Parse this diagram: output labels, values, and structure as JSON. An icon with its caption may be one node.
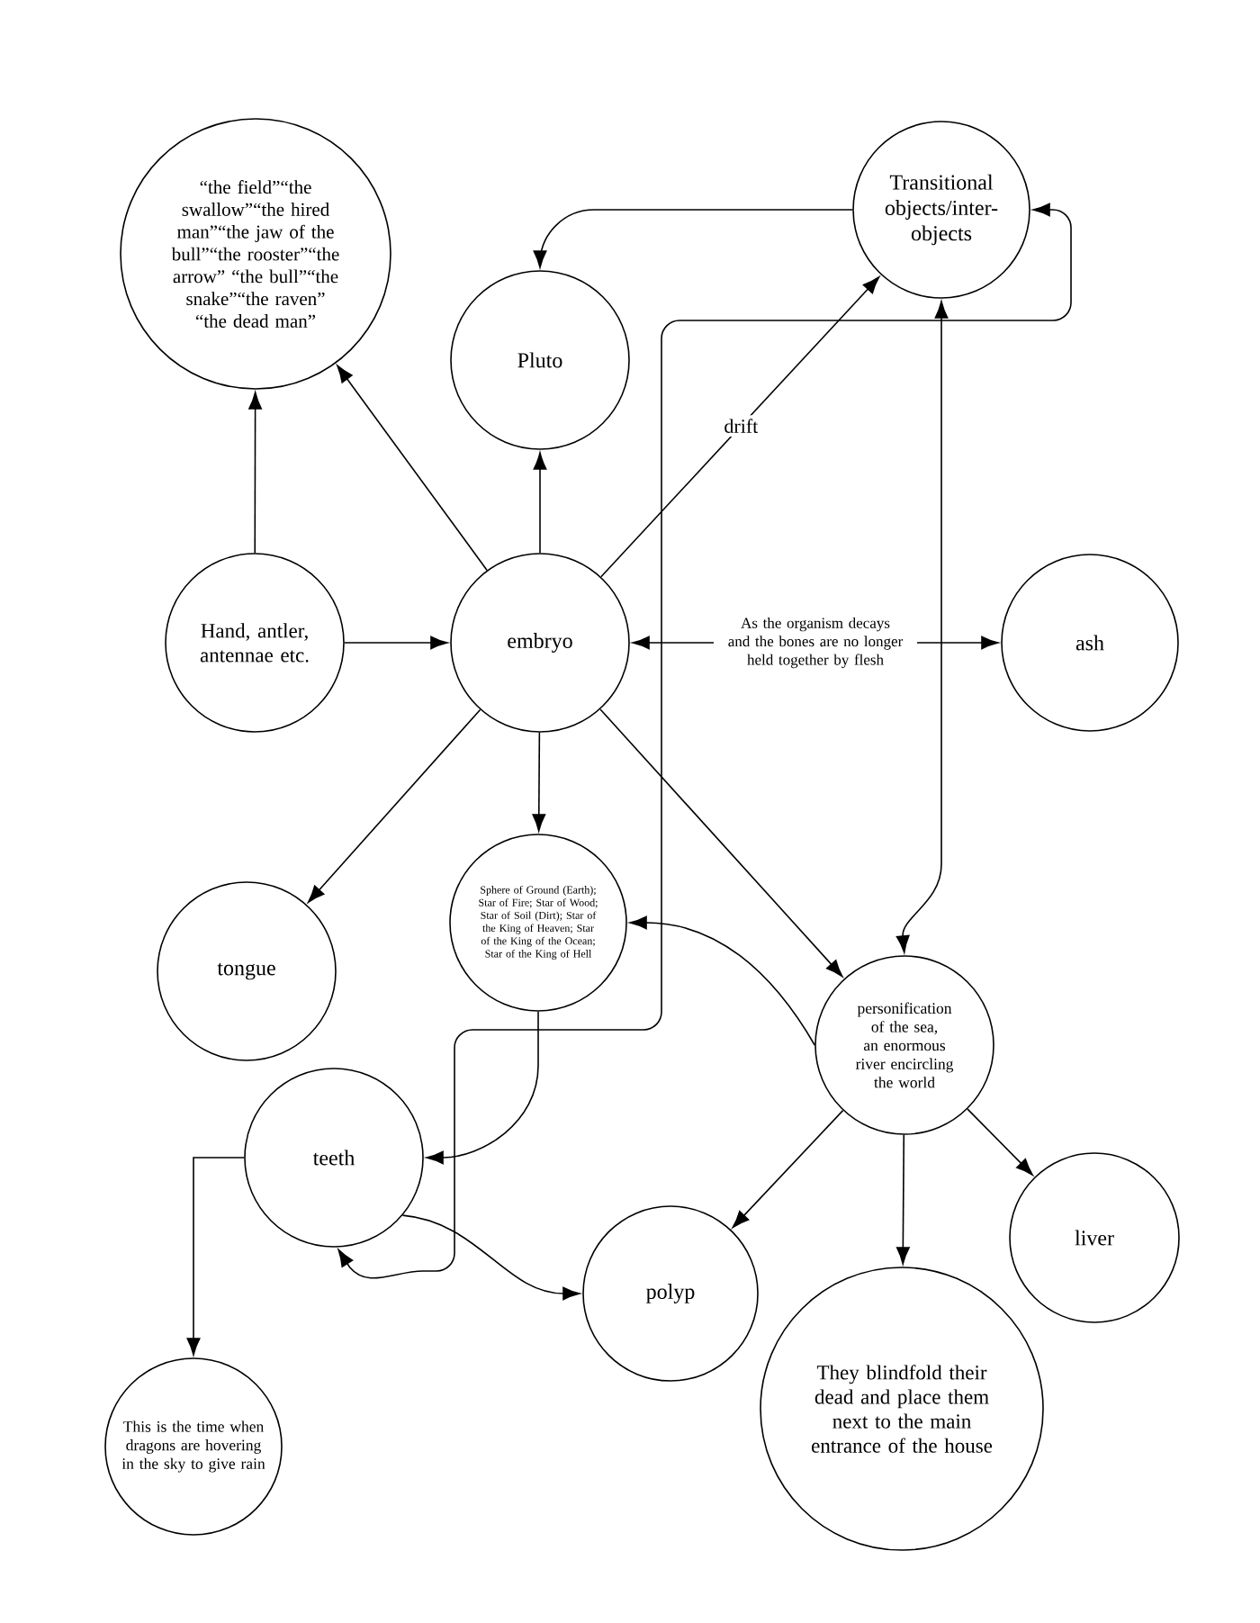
{
  "diagram": {
    "nodes": [
      {
        "text": [
          "“the field”“the swallow”“the hired man”“the jaw of the bull”“the rooster”“the arrow” “the bull”“the snake”“the raven” “the dead man”"
        ]
      },
      {
        "text": [
          "Transitional objects/inter-objects"
        ]
      },
      {
        "text": [
          "Pluto"
        ]
      },
      {
        "text": [
          "Hand, antler, antennae etc."
        ]
      },
      {
        "text": [
          "embryo"
        ]
      },
      {
        "text": [
          "ash"
        ]
      },
      {
        "text": [
          "tongue"
        ]
      },
      {
        "text": [
          "Sphere of Ground (Earth); Star of Fire; Star of Wood; Star of Soil (Dirt); Star of the King of Heaven; Star of the King of the Ocean; Star of the King of Hell"
        ]
      },
      {
        "text": [
          "personification of the sea, an enormous river encircling the world"
        ]
      },
      {
        "text": [
          "teeth"
        ]
      },
      {
        "text": [
          "polyp"
        ]
      },
      {
        "text": [
          "liver"
        ]
      },
      {
        "text": [
          "They blindfold their dead and place them next to the main entrance of the house"
        ]
      },
      {
        "text": [
          "This is the time when dragons are hovering in the sky to give rain"
        ]
      }
    ],
    "edges": [
      {
        "from": 3,
        "to": 0,
        "arrow": "to"
      },
      {
        "from": 4,
        "to": 0,
        "arrow": "to"
      },
      {
        "from": 3,
        "to": 4,
        "arrow": "to"
      },
      {
        "from": 4,
        "to": 2,
        "arrow": "to"
      },
      {
        "from": 1,
        "to": 2,
        "arrow": "to"
      },
      {
        "from": 4,
        "to": 1,
        "arrow": "to",
        "label": "drift"
      },
      {
        "from": 4,
        "to": 5,
        "arrow": "both",
        "label": "As the organism decays and the bones are no longer held together by flesh"
      },
      {
        "from": 4,
        "to": 6,
        "arrow": "to"
      },
      {
        "from": 4,
        "to": 7,
        "arrow": "to"
      },
      {
        "from": 4,
        "to": 8,
        "arrow": "to"
      },
      {
        "from": 1,
        "to": 8,
        "arrow": "both"
      },
      {
        "from": 8,
        "to": 7,
        "arrow": "to"
      },
      {
        "from": 7,
        "to": 9,
        "arrow": "to"
      },
      {
        "from": 9,
        "to": 1,
        "arrow": "both"
      },
      {
        "from": 9,
        "to": 10,
        "arrow": "to"
      },
      {
        "from": 9,
        "to": 13,
        "arrow": "to"
      },
      {
        "from": 8,
        "to": 10,
        "arrow": "to"
      },
      {
        "from": 8,
        "to": 12,
        "arrow": "to"
      },
      {
        "from": 8,
        "to": 11,
        "arrow": "to"
      }
    ]
  }
}
